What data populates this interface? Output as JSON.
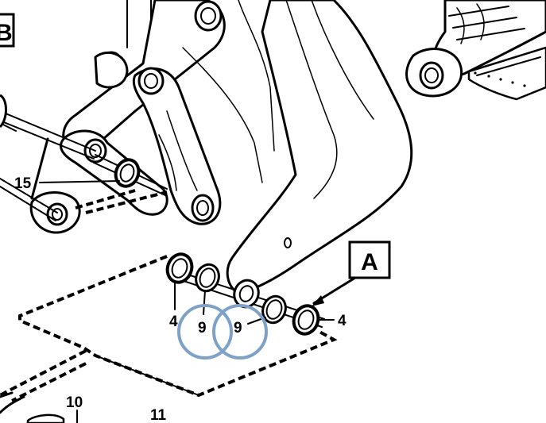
{
  "callouts": {
    "a": "A",
    "b": "B"
  },
  "labels": {
    "l15": "15",
    "l4_left": "4",
    "l9_left": "9",
    "l9_right": "9",
    "l4_right": "4",
    "l10": "10",
    "l11": "11"
  },
  "colors": {
    "line": "#000000",
    "background": "#ffffff",
    "highlight": "#7ea1c8"
  }
}
